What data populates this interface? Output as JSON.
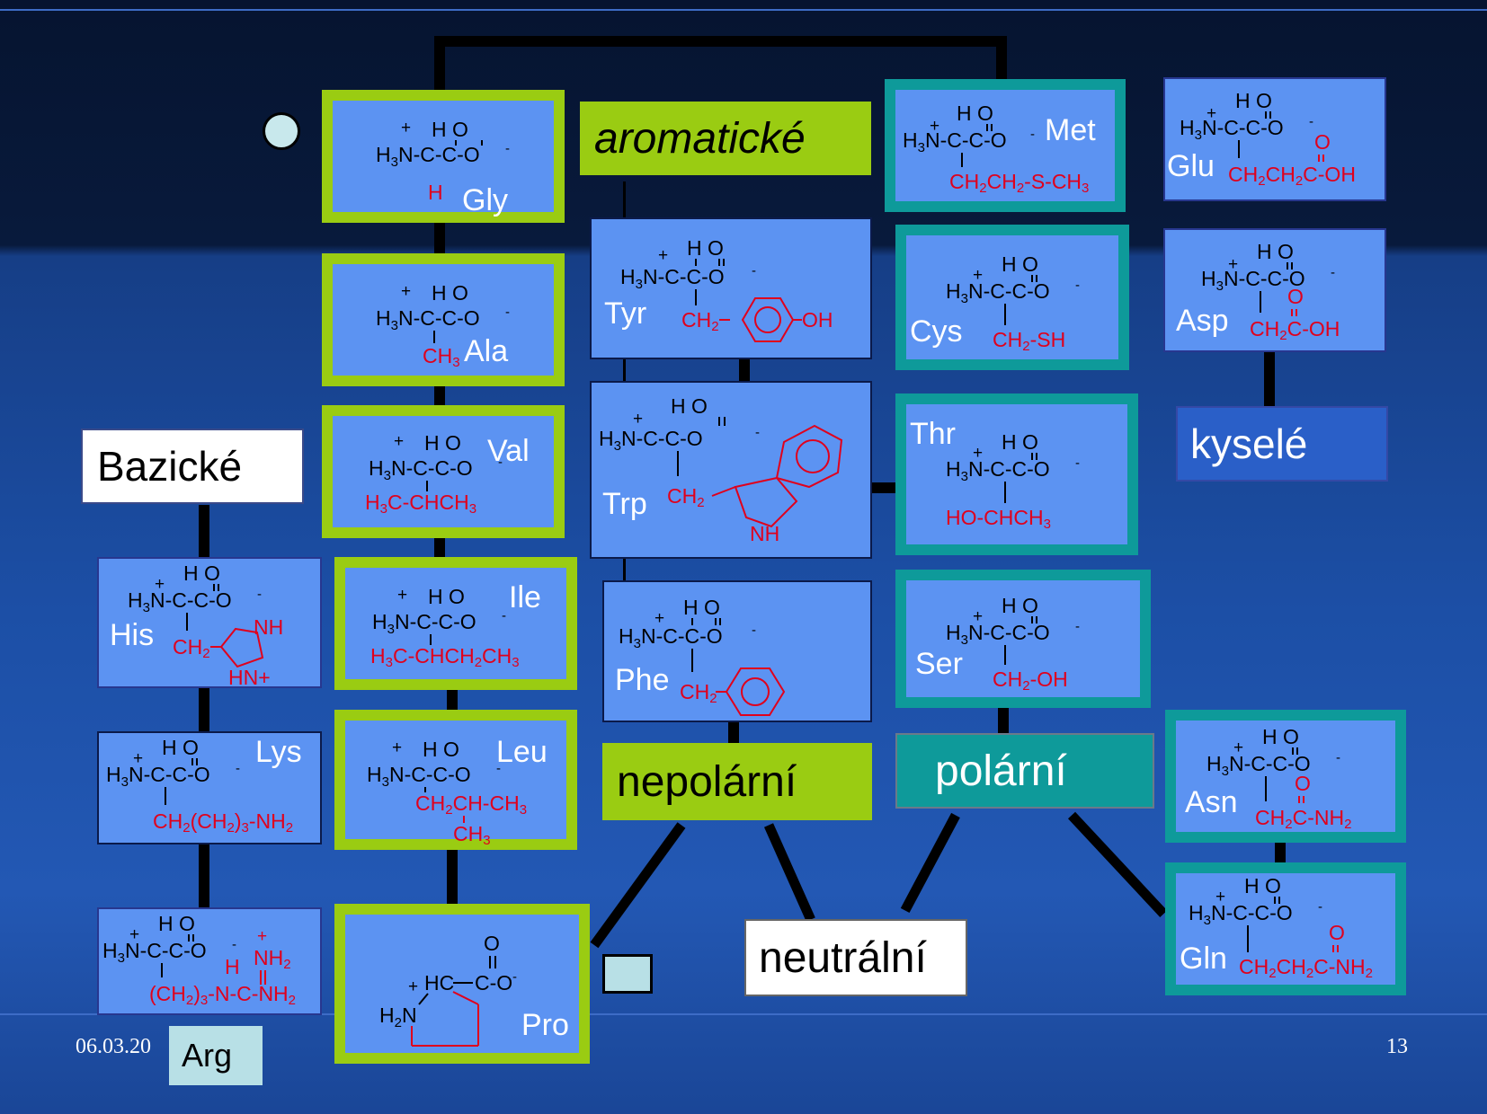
{
  "labels": {
    "aromatic": "aromatické",
    "nonpolar": "nepolární",
    "polar": "polární",
    "basic": "Bazické",
    "acidic": "kyselé",
    "neutral": "neutrální"
  },
  "amino_acids": {
    "gly": "Gly",
    "ala": "Ala",
    "val": "Val",
    "ile": "Ile",
    "leu": "Leu",
    "pro": "Pro",
    "tyr": "Tyr",
    "trp": "Trp",
    "phe": "Phe",
    "met": "Met",
    "cys": "Cys",
    "thr": "Thr",
    "ser": "Ser",
    "glu": "Glu",
    "asp": "Asp",
    "asn": "Asn",
    "gln": "Gln",
    "his": "His",
    "lys": "Lys",
    "arg": "Arg"
  },
  "footer": {
    "date": "06.03.20",
    "page": "13"
  },
  "colors": {
    "nonpolar_border": "#9acc12",
    "polar_border": "#0e9a9a",
    "box_fill": "#5c93f2",
    "side_chain": "#e0001c"
  }
}
